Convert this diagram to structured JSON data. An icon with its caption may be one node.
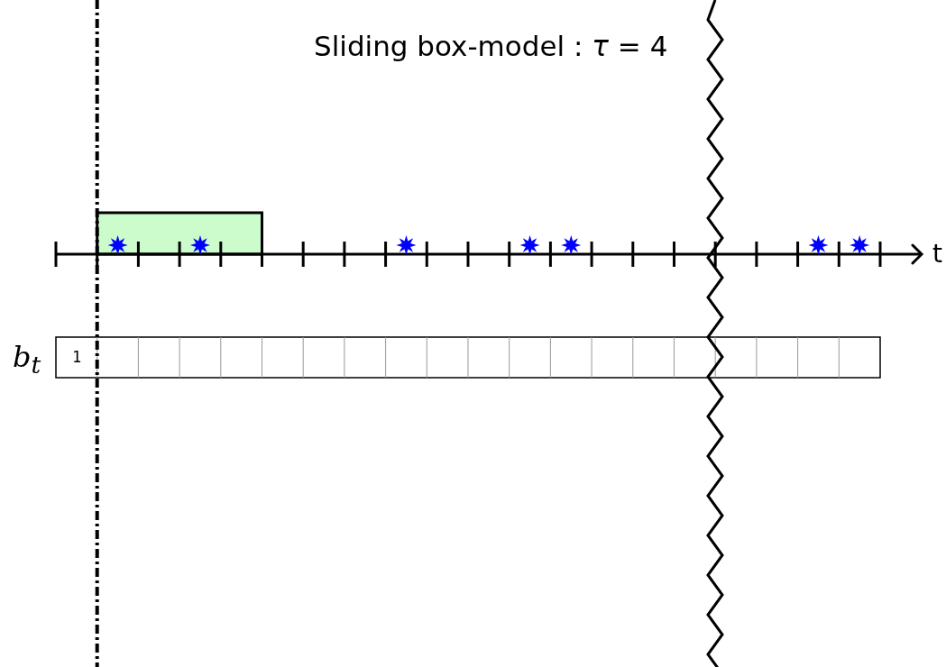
{
  "diagram": {
    "title": "Sliding box-model : *τ* = 4",
    "labels": [
      "t",
      "b$_{t}$",
      "1"
    ]
  }
}
